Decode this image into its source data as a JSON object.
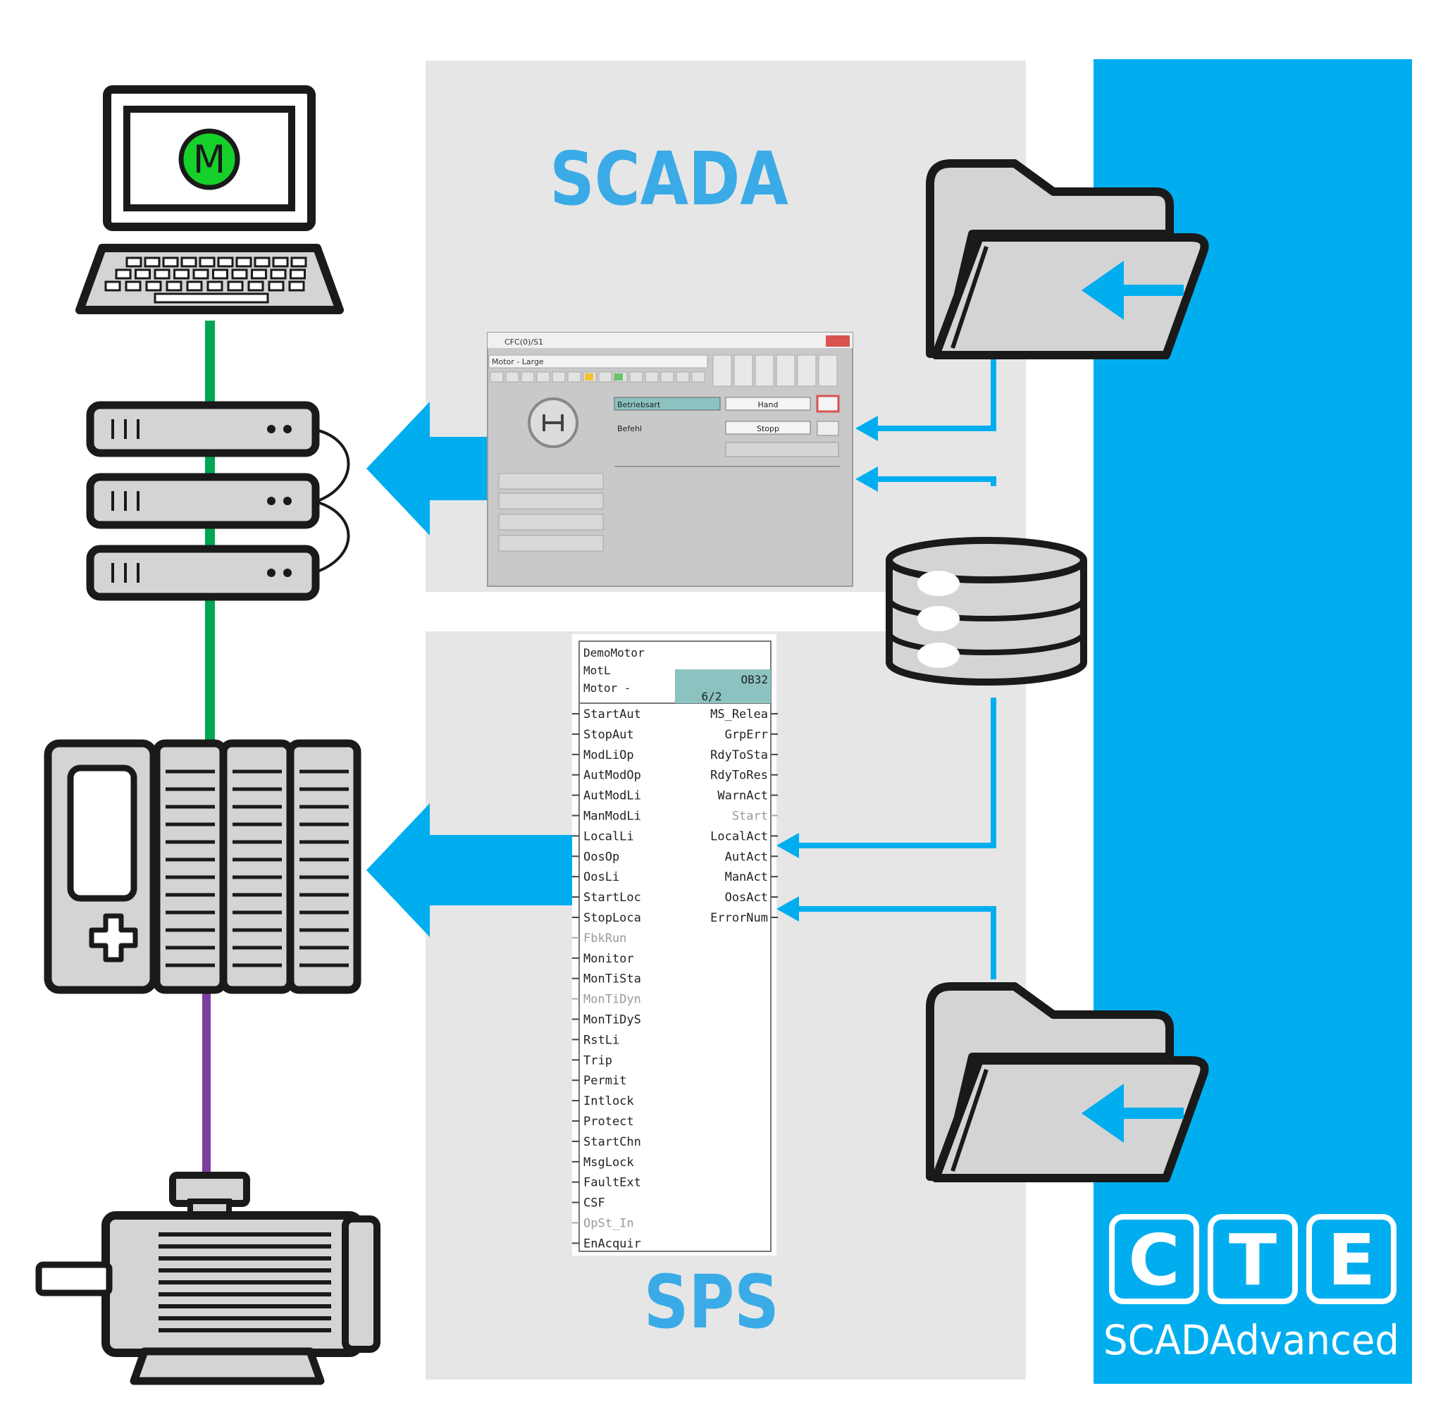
{
  "colors": {
    "cyan": "#00aeef",
    "panel_gray": "#e6e6e6",
    "device_gray": "#d4d4d4",
    "green_line": "#00a651",
    "purple_line": "#7b3f9e",
    "motor_badge": "#17d12b"
  },
  "labels": {
    "scada": "SCADA",
    "sps": "SPS",
    "motor_badge": "M"
  },
  "faceplate": {
    "title": "CFC(0)/S1",
    "subtitle": "Motor - Large",
    "field_label_1": "Betriebsart",
    "field_value_1": "Hand",
    "field_label_2": "Befehl",
    "field_value_2": "Stopp"
  },
  "cfc_block": {
    "header_line_1": "DemoMotor",
    "header_line_2": "MotL",
    "header_line_3": "Motor -",
    "tag_ob": "OB32",
    "tag_num": "6/2",
    "inputs": [
      "StartAut",
      "StopAut",
      "ModLiOp",
      "AutModOp",
      "AutModLi",
      "ManModLi",
      "LocalLi",
      "OosOp",
      "OosLi",
      "StartLoc",
      "StopLoca",
      "FbkRun",
      "Monitor",
      "MonTiSta",
      "MonTiDyn",
      "MonTiDyS",
      "RstLi",
      "Trip",
      "Permit",
      "Intlock",
      "Protect",
      "StartChn",
      "MsgLock",
      "FaultExt",
      "CSF",
      "OpSt_In",
      "EnAcquir"
    ],
    "inputs_dim": [
      "FbkRun",
      "MonTiDyn",
      "OpSt_In"
    ],
    "outputs": [
      "MS_Relea",
      "GrpErr",
      "RdyToSta",
      "RdyToRes",
      "WarnAct",
      "Start",
      "LocalAct",
      "AutAct",
      "ManAct",
      "OosAct",
      "ErrorNum"
    ],
    "outputs_dim": [
      "Start"
    ]
  },
  "logo": {
    "letters": [
      "C",
      "T",
      "E"
    ],
    "name": "SCADAdvanced"
  },
  "icons": {
    "computer": "computer-icon",
    "servers": "server-stack-icon",
    "plc": "plc-rack-icon",
    "motor": "electric-motor-icon",
    "folder_top": "folder-icon",
    "folder_bottom": "folder-icon",
    "database": "database-icon"
  }
}
